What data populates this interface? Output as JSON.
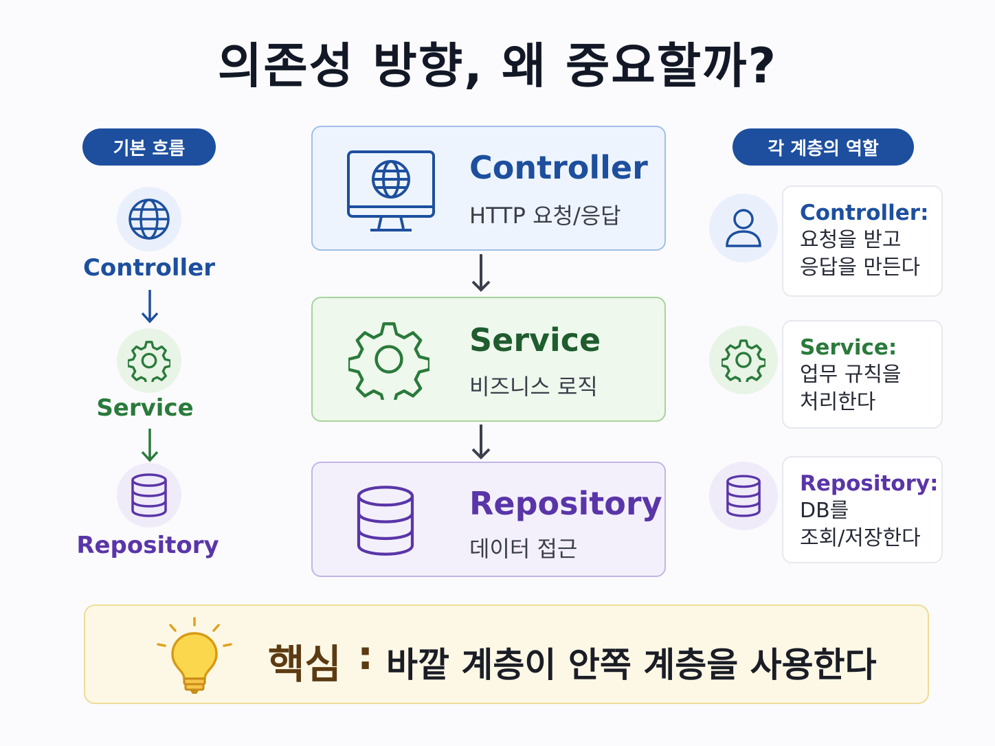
{
  "title": "의존성 방향, 왜 중요할까?",
  "left_panel": {
    "header": "기본 흐름",
    "flow": [
      {
        "label": "Controller",
        "icon": "globe-icon",
        "color": "#1d4f9e"
      },
      {
        "label": "Service",
        "icon": "gear-icon",
        "color": "#2a7a3b"
      },
      {
        "label": "Repository",
        "icon": "database-icon",
        "color": "#5a35a8"
      }
    ]
  },
  "center": {
    "layers": [
      {
        "name": "Controller",
        "description": "HTTP 요청/응답",
        "icon": "monitor-globe-icon",
        "color": "#1d4f9e",
        "bg": "#eef4fd",
        "border": "#9fbfe8"
      },
      {
        "name": "Service",
        "description": "비즈니스 로직",
        "icon": "gear-icon",
        "color": "#2a7a3b",
        "bg": "#eef8ec",
        "border": "#a6d49c"
      },
      {
        "name": "Repository",
        "description": "데이터 접근",
        "icon": "database-icon",
        "color": "#5a35a8",
        "bg": "#f3f0fb",
        "border": "#c2b5e3"
      }
    ]
  },
  "right_panel": {
    "header": "각 계층의 역할",
    "roles": [
      {
        "title": "Controller:",
        "text": "요청을 받고\n응답을 만든다",
        "icon": "user-icon",
        "color": "#1d4f9e"
      },
      {
        "title": "Service:",
        "text": "업무 규칙을\n처리한다",
        "icon": "gear-icon",
        "color": "#2a7a3b"
      },
      {
        "title": "Repository:",
        "text": "DB를\n조회/저장한다",
        "icon": "database-icon",
        "color": "#5a35a8"
      }
    ]
  },
  "key_point": {
    "label": "핵심",
    "colon": ":",
    "message": "바깥 계층이 안쪽 계층을 사용한다",
    "icon": "lightbulb-icon"
  }
}
